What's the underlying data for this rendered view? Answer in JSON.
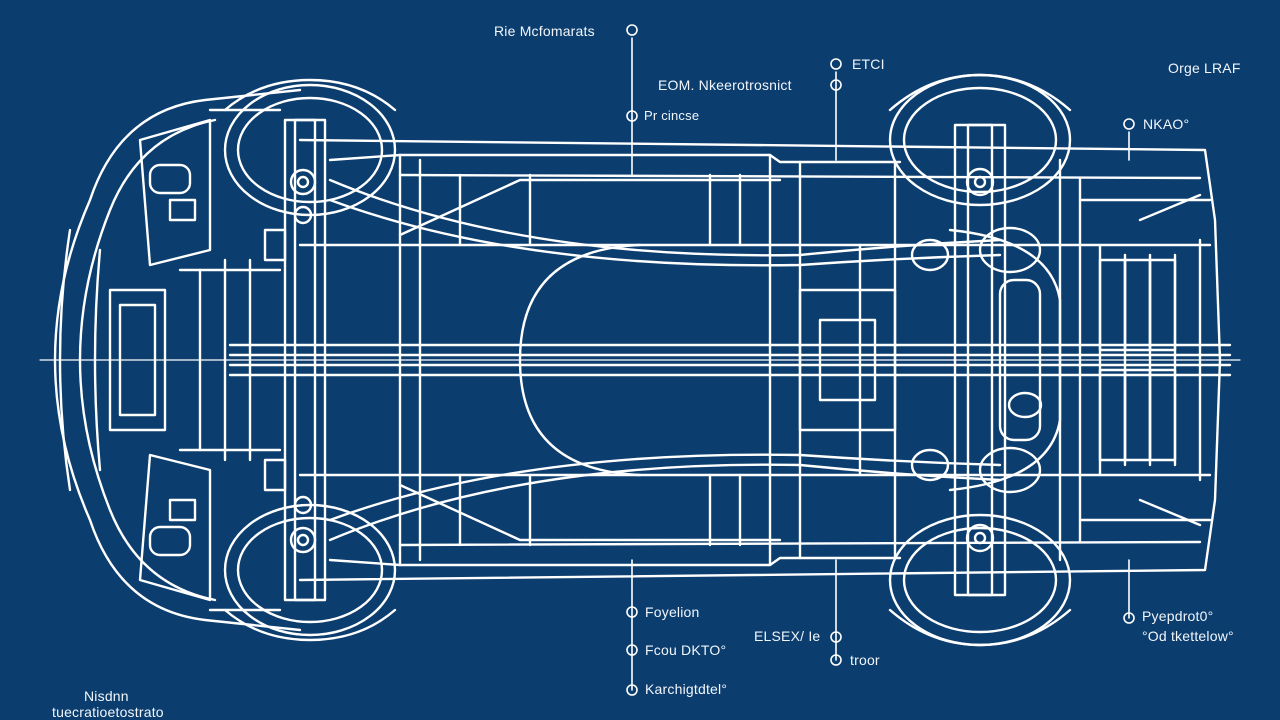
{
  "colors": {
    "background": "#0b3d6e",
    "line": "#ffffff"
  },
  "callouts": {
    "top_center": "Rie Mcfomarats",
    "top_mid": "EOM. Nkeerotrosnict",
    "top_mid_small": "Pr cincse",
    "top_right_a": "ETCI",
    "top_far_right": "Orge LRAF",
    "right_upper": "NKAO°",
    "bottom_left_a": "Foyelion",
    "bottom_left_b": "Fcou DKTO°",
    "bottom_left_c": "Karchigtdtel°",
    "bottom_mid_a": "ELSEX/ Ie",
    "bottom_mid_b": "troor",
    "bottom_right_a": "Pyepdrot0°",
    "bottom_right_b": "°Od tkettelow°",
    "corner_bottom_left_a": "Nisdnn",
    "corner_bottom_left_b": "tuecratioetostrato"
  }
}
